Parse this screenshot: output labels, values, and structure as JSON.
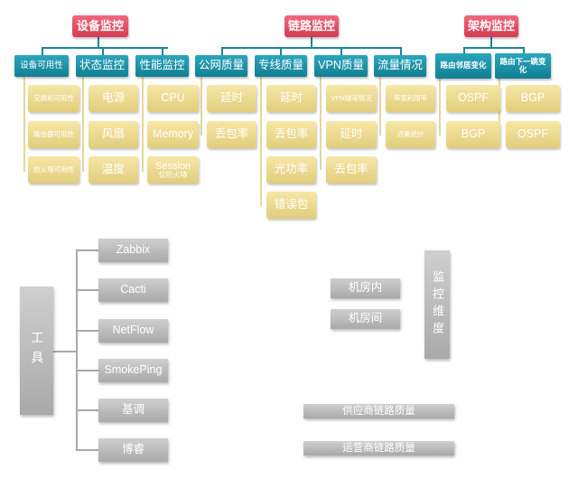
{
  "categories": {
    "device": "设备监控",
    "link": "链路监控",
    "arch": "架构监控"
  },
  "sub": {
    "device_avail": "设备可用性",
    "status": "状态监控",
    "perf": "性能监控",
    "public_net": "公网质量",
    "private_line": "专线质量",
    "vpn": "VPN质量",
    "traffic": "流量情况",
    "route_neighbor": "路由邻居变化",
    "route_nexthop": "路由下一跳变化"
  },
  "items": {
    "switch_avail": "交换机可用性",
    "router_avail": "路由器可用性",
    "firewall_avail": "防火墙可用性",
    "power": "电源",
    "fan": "风扇",
    "temp": "温度",
    "cpu": "CPU",
    "memory": "Memory",
    "session": "Session",
    "session_note": "仅防火墙",
    "pub_latency": "延时",
    "pub_loss": "丢包率",
    "pl_latency": "延时",
    "pl_loss": "丢包率",
    "pl_optical": "光功率",
    "pl_errors": "错误包",
    "vpn_tunnel": "VPN隧道情况",
    "vpn_latency": "延时",
    "vpn_loss": "丢包率",
    "bw_util": "带宽利用率",
    "flow_stats": "流量统计",
    "ospf_a": "OSPF",
    "bgp_a": "BGP",
    "bgp_b": "BGP",
    "ospf_b": "OSPF"
  },
  "tools": {
    "label": "工具",
    "list": [
      "Zabbix",
      "Cacti",
      "NetFlow",
      "SmokePing",
      "基调",
      "博睿"
    ]
  },
  "dimension": {
    "label": "监控维度",
    "in_room": "机房内",
    "between_rooms": "机房间",
    "supplier_quality": "供应商链路质量",
    "operator_quality": "运营商链路质量"
  }
}
